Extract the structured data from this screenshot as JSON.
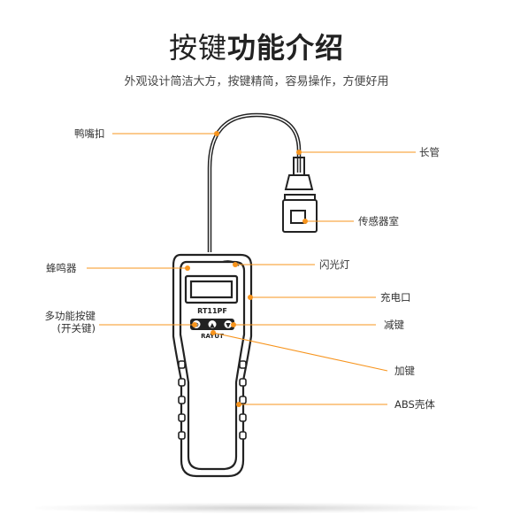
{
  "title": {
    "light": "按键",
    "bold": "功能介绍"
  },
  "subtitle": "外观设计简洁大方，按键精简，容易操作，方便好用",
  "device": {
    "model": "RT11PF",
    "keys": [
      "Φ",
      "▲",
      "▼"
    ],
    "brand": "RAYUT"
  },
  "labels": {
    "duck_clip": "鸭嘴扣",
    "long_tube": "长管",
    "sensor_chamber": "传感器室",
    "buzzer": "蜂鸣器",
    "flash_light": "闪光灯",
    "charge_port": "充电口",
    "multi_key_line1": "多功能按键",
    "multi_key_line2": "(开关键)",
    "minus_key": "减键",
    "plus_key": "加键",
    "abs_shell": "ABS壳体"
  },
  "colors": {
    "accent": "#f7941d",
    "outline": "#222222",
    "text": "#333333"
  }
}
